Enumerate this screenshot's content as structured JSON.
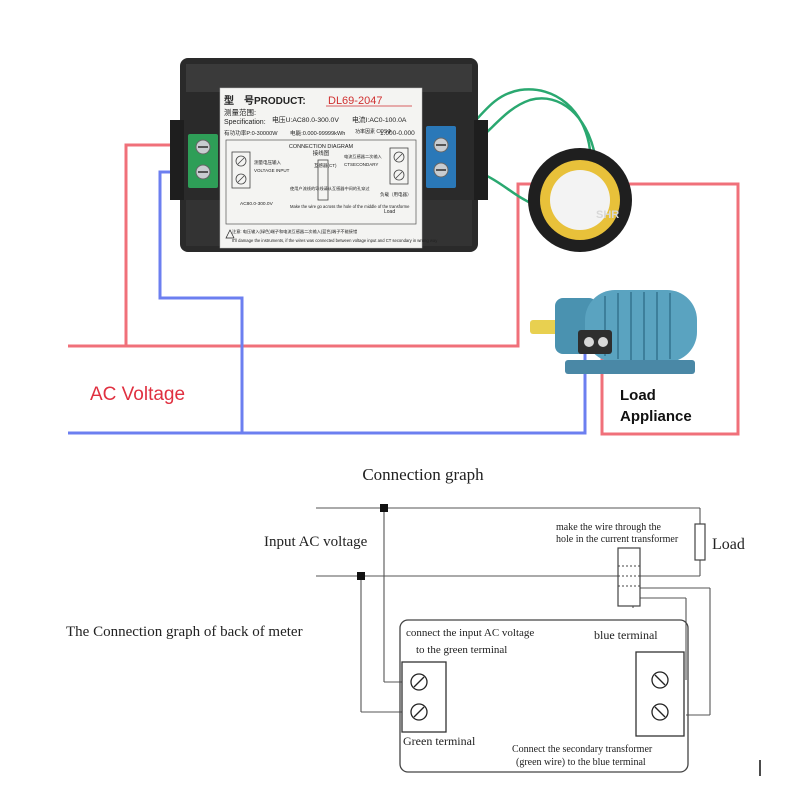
{
  "meter": {
    "product_prefix": "型　号PRODUCT:",
    "model": "DL69-2047",
    "range_cn": "测量范围:",
    "specification": "Specification:",
    "voltage_spec": "电压U:AC80.0-300.0V",
    "current_spec": "电流I:AC0-100.0A",
    "power_spec": "有功功率P:0-30000W",
    "energy_spec": "电能:0.000-99999kWh",
    "pf_label": "功率因素 COSΦ",
    "pf_value": "1.000-0.000",
    "diagram_title": "CONNECTION DIAGRAM",
    "diagram_title_cn": "接线图",
    "voltage_input_cn": "测量电压输入",
    "voltage_input": "VOLTAGE INPUT",
    "voltage_range": "AC80.0-300.0V",
    "ct_cn": "互感器(CT)",
    "ct_secondary_cn": "电流互感器二次输入",
    "ct_secondary": "CTSECONDARY",
    "wire_note_cn": "使用户流线的导线请从互感器中间的孔穿过",
    "wire_note": "Make the wire go across the hole of the middle of the transforme",
    "load_cn": "负载（用电器）",
    "load": "Load",
    "warning_cn": "注意: 电压输入(绿色)端子和电流互感器二次输入(蓝色)端子不能接错",
    "warning": "It'll damage the instruments, if the wires was connected between voltage input and CT secondary in wrong way"
  },
  "ct_label": "SHR",
  "ac_voltage_label": "AC Voltage",
  "load_appliance": [
    "Load",
    "Appliance"
  ],
  "graph": {
    "title": "Connection graph",
    "input_label": "Input AC voltage",
    "back_label": "The Connection graph of back of meter",
    "load_label": "Load",
    "ct_note": [
      "make the wire through the",
      "hole in the current transformer"
    ],
    "connect_note": [
      "connect the input AC voltage",
      "to the green terminal"
    ],
    "blue_terminal": "blue terminal",
    "green_terminal": "Green terminal",
    "secondary_note": [
      "Connect the secondary transformer",
      "(green wire) to the blue terminal"
    ]
  },
  "colors": {
    "live_wire": "#f0707a",
    "neutral_wire": "#6c7ff0",
    "ac_label": "#e03040",
    "green_terminal": "#2e9e57",
    "blue_terminal": "#2a78b8",
    "ct_core": "#e8c13a",
    "ct_wire": "#2aa870",
    "motor": "#5aa3c0",
    "meter_body": "#222222"
  }
}
